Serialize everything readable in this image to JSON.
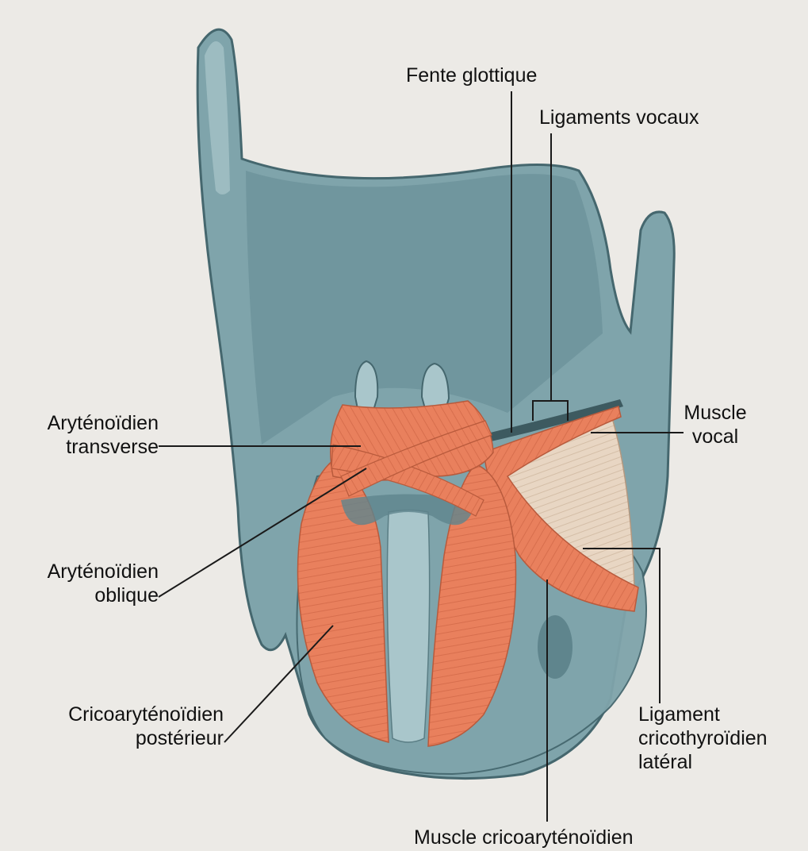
{
  "labels": {
    "fente_glottique": "Fente glottique",
    "ligaments_vocaux": "Ligaments vocaux",
    "muscle_vocal_1": "Muscle",
    "muscle_vocal_2": "vocal",
    "aryt_transverse_1": "Aryténoïdien",
    "aryt_transverse_2": "transverse",
    "aryt_oblique_1": "Aryténoïdien",
    "aryt_oblique_2": "oblique",
    "crico_post_1": "Cricoaryténoïdien",
    "crico_post_2": "postérieur",
    "lig_crico_1": "Ligament",
    "lig_crico_2": "cricothyroïdien",
    "lig_crico_3": "latéral",
    "crico_lat": "Muscle cricoaryténoïdien"
  },
  "colors": {
    "cartilage": "#7fa4ab",
    "cartilage_dark": "#5f858d",
    "cartilage_light": "#a9c6cb",
    "muscle": "#e9805d",
    "muscle_stripe": "#c85e3f",
    "muscle_vocal": "#e8d6c3",
    "page": "#eceae6",
    "label_line": "#1a1a1a"
  }
}
